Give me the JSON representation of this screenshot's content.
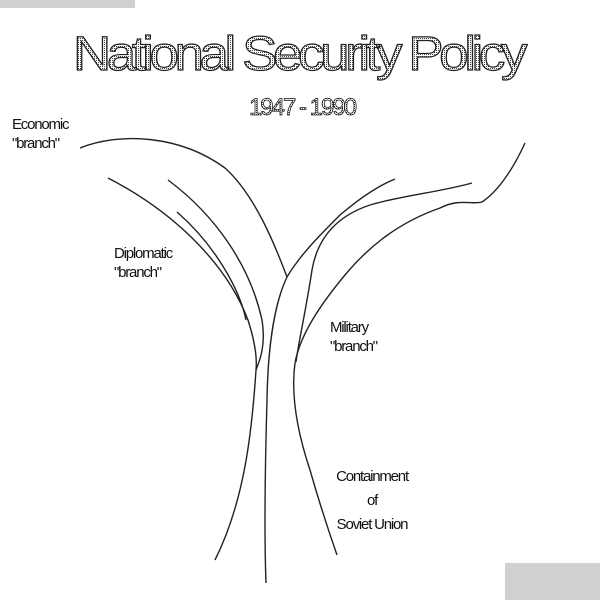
{
  "title": "National Security Policy",
  "subtitle": "1947 - 1990",
  "labels": {
    "economic": [
      "Economic",
      "\"branch\""
    ],
    "diplomatic": [
      "Diplomatic",
      "\"branch\""
    ],
    "military": [
      "Military",
      "\"branch\""
    ],
    "trunk": [
      "Containment",
      "of",
      "Soviet Union"
    ]
  },
  "colors": {
    "ink": "#111111",
    "title_fill": "#888888"
  }
}
